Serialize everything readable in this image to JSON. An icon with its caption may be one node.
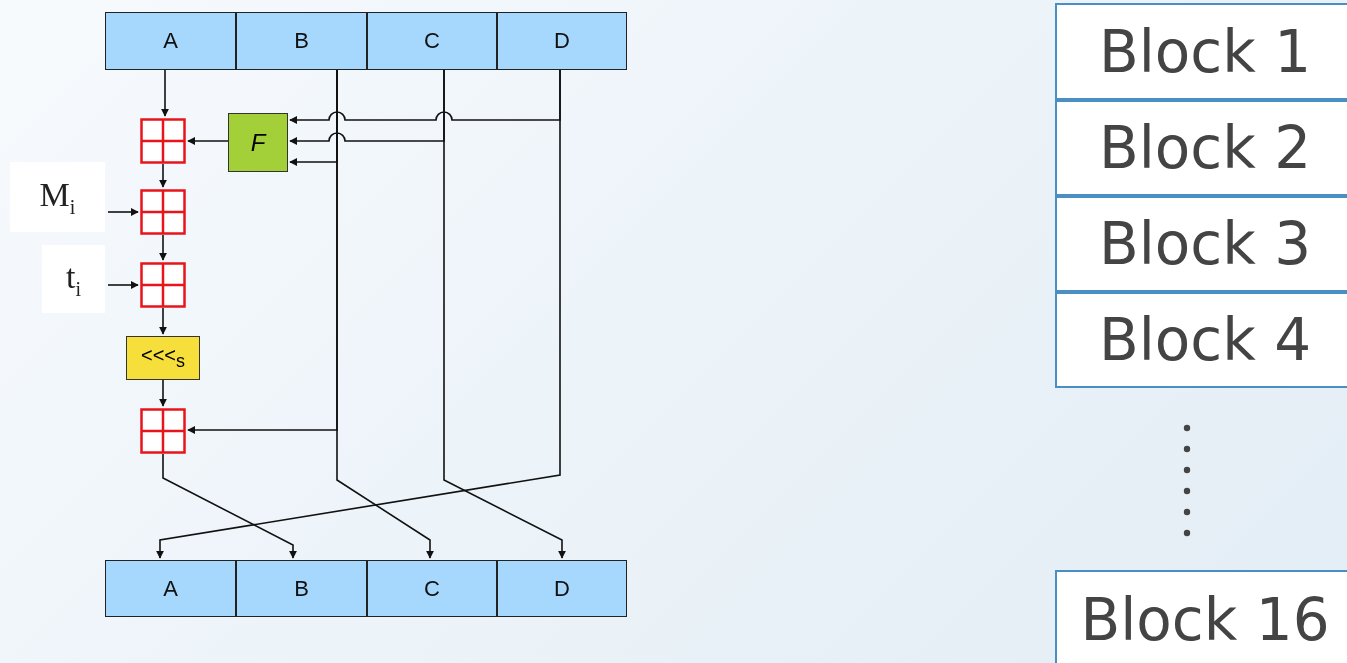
{
  "diagram": {
    "nodes": [
      {
        "text": [
          "A"
        ]
      },
      {
        "text": [
          "B"
        ]
      },
      {
        "text": [
          "C"
        ]
      },
      {
        "text": [
          "D"
        ]
      },
      {
        "text": [],
        "shape": "box"
      },
      {
        "text": [
          "F"
        ]
      },
      {
        "text": [
          "M$_{i}$"
        ]
      },
      {
        "text": [],
        "shape": "box"
      },
      {
        "text": [
          "t$_{i}$"
        ]
      },
      {
        "text": [],
        "shape": "box"
      },
      {
        "text": [
          "<<<$_{s}$"
        ]
      },
      {
        "text": [],
        "shape": "box"
      },
      {
        "text": [
          "A"
        ]
      },
      {
        "text": [
          "B"
        ]
      },
      {
        "text": [
          "C"
        ]
      },
      {
        "text": [
          "D"
        ]
      },
      {
        "text": [
          "Block 1"
        ]
      },
      {
        "text": [
          "Block 2"
        ]
      },
      {
        "text": [
          "Block 3"
        ]
      },
      {
        "text": [
          "Block 4"
        ]
      },
      {
        "text": [
          "Block 16"
        ]
      }
    ],
    "edges": [
      {
        "from": 0,
        "to": 4,
        "arrow": "to"
      },
      {
        "from": 3,
        "to": 5,
        "arrow": "to"
      },
      {
        "from": 2,
        "to": 5,
        "arrow": "to"
      },
      {
        "from": 1,
        "to": 5,
        "arrow": "to"
      },
      {
        "from": 5,
        "to": 4,
        "arrow": "to"
      },
      {
        "from": 4,
        "to": 7,
        "arrow": "to"
      },
      {
        "from": 6,
        "to": 7,
        "arrow": "to"
      },
      {
        "from": 7,
        "to": 9,
        "arrow": "to"
      },
      {
        "from": 8,
        "to": 9,
        "arrow": "to"
      },
      {
        "from": 9,
        "to": 10,
        "arrow": "to"
      },
      {
        "from": 10,
        "to": 11,
        "arrow": "to"
      },
      {
        "from": 1,
        "to": 11,
        "arrow": "to"
      },
      {
        "from": 11,
        "to": 13,
        "arrow": "to"
      },
      {
        "from": 1,
        "to": 14,
        "arrow": "to"
      },
      {
        "from": 2,
        "to": 15,
        "arrow": "to"
      },
      {
        "from": 3,
        "to": 12,
        "arrow": "to"
      }
    ]
  }
}
